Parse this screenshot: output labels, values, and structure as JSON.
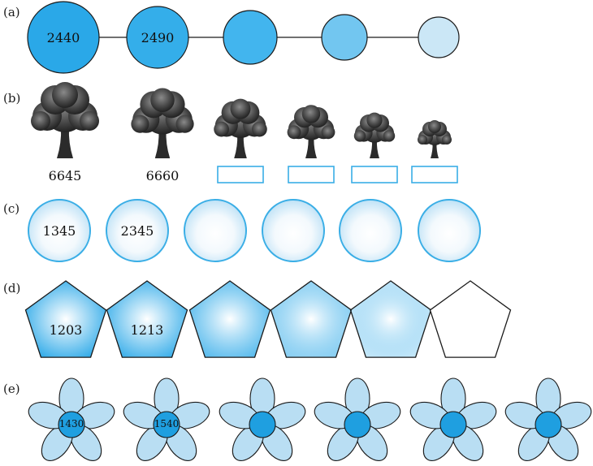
{
  "colors": {
    "blue_dark": "#2aa8e8",
    "blue_mid": "#5ec4f2",
    "blue_light": "#a8daf4",
    "blue_pale": "#d2ecf8",
    "outline": "#1a1a1a",
    "box_outline": "#3aaee6",
    "flower_center": "#1f9fe0",
    "petal": "#b9def3"
  },
  "rows": {
    "a": {
      "label": "(a)",
      "items": [
        {
          "value": "2440",
          "fill": "#2aa8e8"
        },
        {
          "value": "2490",
          "fill": "#34aeea"
        },
        {
          "value": "",
          "fill": "#42b5ee"
        },
        {
          "value": "",
          "fill": "#72c6f0"
        },
        {
          "value": "",
          "fill": "#cbe7f6"
        }
      ]
    },
    "b": {
      "label": "(b)",
      "items": [
        {
          "value": "6645",
          "scale": 1.0
        },
        {
          "value": "6660",
          "scale": 0.92
        },
        {
          "value": "",
          "scale": 0.78
        },
        {
          "value": "",
          "scale": 0.7
        },
        {
          "value": "",
          "scale": 0.6
        },
        {
          "value": "",
          "scale": 0.5
        }
      ]
    },
    "c": {
      "label": "(c)",
      "items": [
        {
          "value": "1345"
        },
        {
          "value": "2345"
        },
        {
          "value": ""
        },
        {
          "value": ""
        },
        {
          "value": ""
        },
        {
          "value": ""
        }
      ]
    },
    "d": {
      "label": "(d)",
      "items": [
        {
          "value": "1203",
          "shade": 1.0
        },
        {
          "value": "1213",
          "shade": 0.95
        },
        {
          "value": "",
          "shade": 0.8
        },
        {
          "value": "",
          "shade": 0.55
        },
        {
          "value": "",
          "shade": 0.25
        },
        {
          "value": "",
          "shade": 0.0
        }
      ]
    },
    "e": {
      "label": "(e)",
      "items": [
        {
          "value": "1430"
        },
        {
          "value": "1540"
        },
        {
          "value": ""
        },
        {
          "value": ""
        },
        {
          "value": ""
        },
        {
          "value": ""
        }
      ]
    }
  }
}
